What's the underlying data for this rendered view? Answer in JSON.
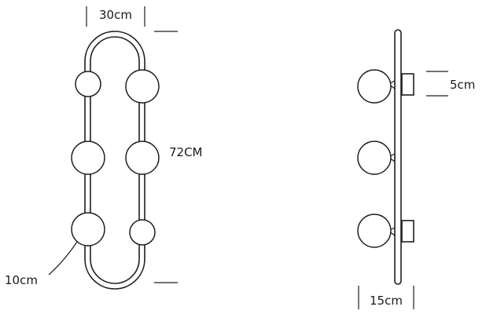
{
  "labels": {
    "width": "30cm",
    "height": "72CM",
    "globe_diameter": "10cm",
    "mount_height": "5cm",
    "depth": "15cm"
  }
}
